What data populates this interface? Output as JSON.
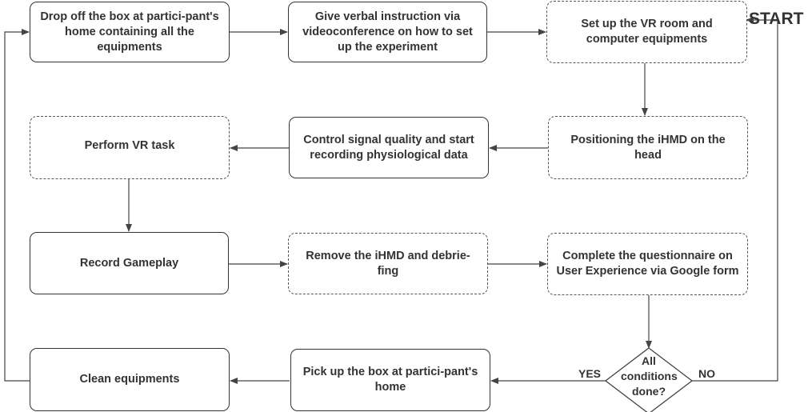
{
  "nodes": {
    "drop_off": "Drop off the box at partici-pant's home containing all the equipments",
    "verbal": "Give verbal instruction via videoconference on how to set up the experiment",
    "setup_vr": "Set up the VR room and computer equipments",
    "perform_vr": "Perform VR task",
    "control_signal": "Control signal quality and start recording physiological data",
    "positioning": "Positioning the iHMD on the head",
    "record": "Record Gameplay",
    "remove": "Remove the iHMD and debrie-fing",
    "questionnaire": "Complete the questionnaire on User Experience via Google form",
    "clean": "Clean equipments",
    "pickup": "Pick up the box at partici-pant's home",
    "decision": "All conditions done?"
  },
  "labels": {
    "start": "START",
    "yes": "YES",
    "no": "NO"
  },
  "colors": {
    "line": "#444444",
    "text": "#333333"
  }
}
